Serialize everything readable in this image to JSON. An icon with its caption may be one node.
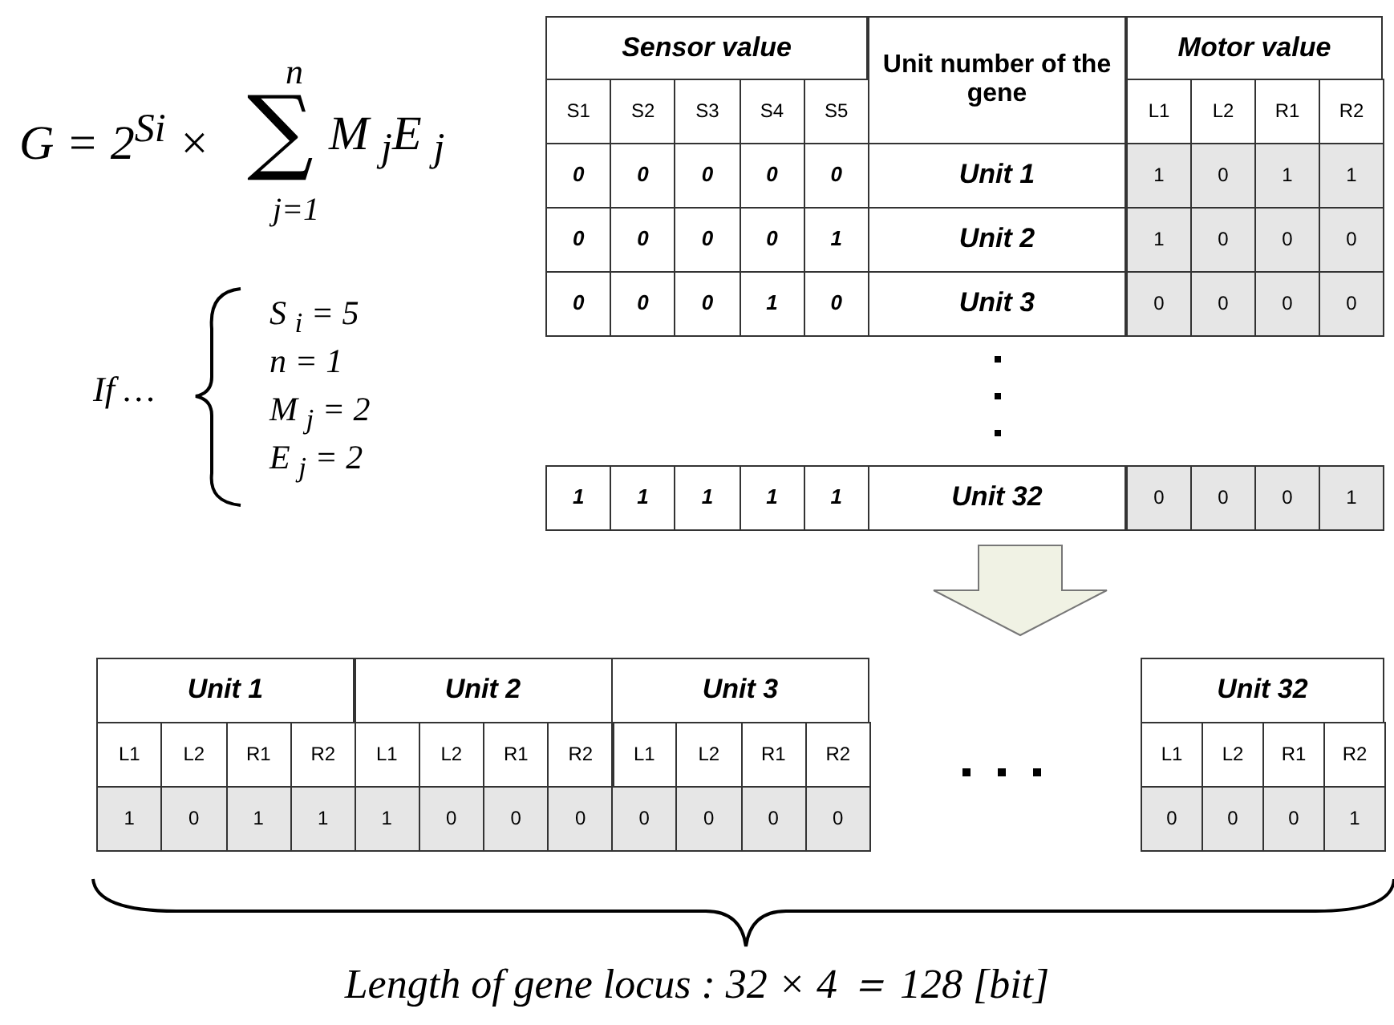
{
  "diagram": {
    "caption": "Length of gene locus : 32 × 4 ＝ 128 [bit]",
    "labels": [
      "G = 2$^{Si}$ ×",
      "n",
      "∑",
      "j=1",
      "M $_{j}$E $_{j}$",
      "If …",
      "S $_{i}$ = 5",
      "n = 1",
      "M $_{j}$ = 2",
      "E $_{j}$ = 2",
      "Sensor value",
      "Unit number of the gene",
      "Motor value",
      "S1",
      "S2",
      "S3",
      "S4",
      "S5",
      "L1",
      "L2",
      "R1",
      "R2",
      "0",
      "0",
      "0",
      "0",
      "0",
      "Unit 1",
      "1",
      "0",
      "1",
      "1",
      "0",
      "0",
      "0",
      "0",
      "1",
      "Unit 2",
      "1",
      "0",
      "0",
      "0",
      "0",
      "0",
      "0",
      "1",
      "0",
      "Unit 3",
      "0",
      "0",
      "0",
      "0",
      "1",
      "1",
      "1",
      "1",
      "1",
      "Unit 32",
      "0",
      "0",
      "0",
      "1",
      "Unit 1",
      "Unit 2",
      "Unit 3",
      "Unit 32",
      "L1",
      "L2",
      "R1",
      "R2",
      "L1",
      "L2",
      "R1",
      "R2",
      "L1",
      "L2",
      "R1",
      "R2",
      "L1",
      "L2",
      "R1",
      "R2",
      "1",
      "0",
      "1",
      "1",
      "1",
      "0",
      "0",
      "0",
      "0",
      "0",
      "0",
      "0",
      "0",
      "0",
      "0",
      "1"
    ]
  }
}
